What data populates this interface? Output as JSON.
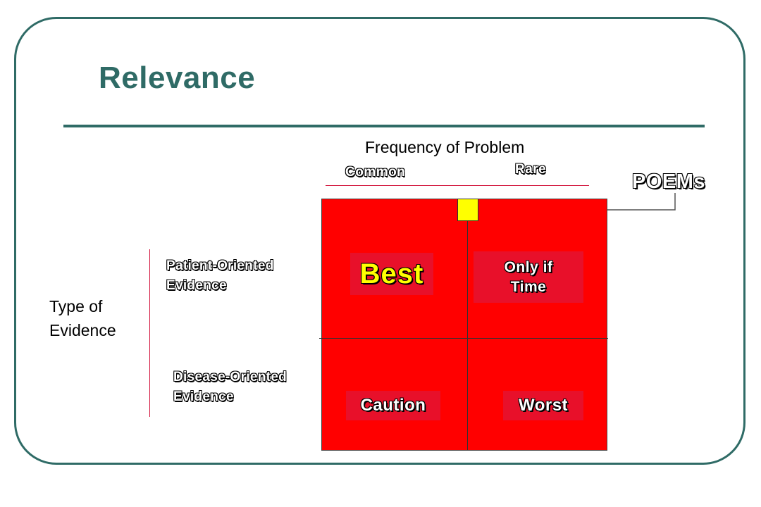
{
  "slide": {
    "title": "Relevance",
    "colors": {
      "accent": "#2f6b66",
      "grid_fill": "#ff0000",
      "cell_fill": "#e8102a",
      "highlight": "#ffff00",
      "rule": "#d2143c"
    }
  },
  "diagram": {
    "x_axis_title": "Frequency of Problem",
    "columns": [
      "Common",
      "Rare"
    ],
    "y_axis_title": [
      "Type of",
      "Evidence"
    ],
    "rows": [
      [
        "Patient-Oriented",
        "Evidence"
      ],
      [
        "Disease-Oriented",
        "Evidence"
      ]
    ],
    "cells": {
      "patient_common": "Best",
      "patient_rare": [
        "Only if",
        "Time"
      ],
      "disease_common": "Caution",
      "disease_rare": "Worst"
    },
    "callout": "POEMs"
  }
}
